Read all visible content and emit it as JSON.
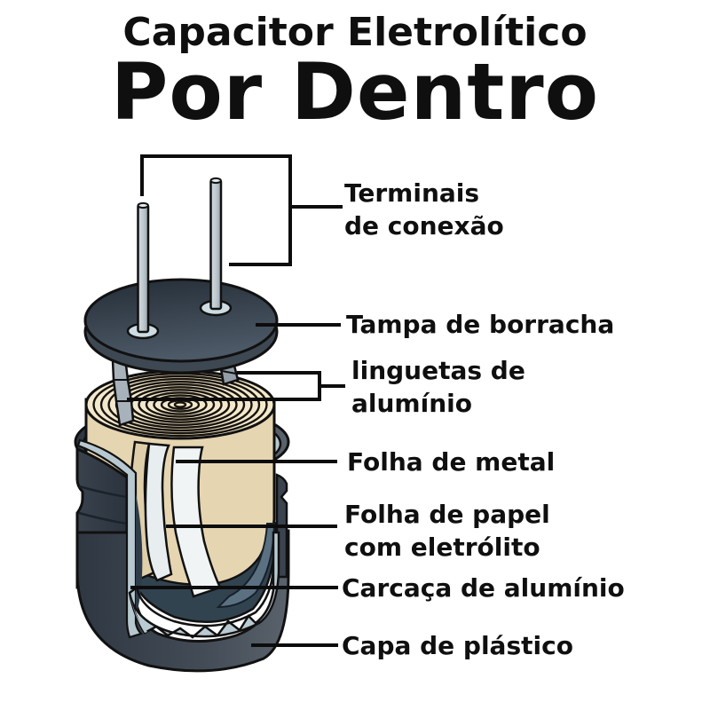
{
  "title": {
    "line1": "Capacitor Eletrolítico",
    "line2": "Por Dentro"
  },
  "callouts": {
    "terminais": {
      "lines": [
        "Terminais",
        "de conexão"
      ]
    },
    "tampa": {
      "lines": [
        "Tampa de borracha"
      ]
    },
    "linguetas": {
      "lines": [
        "linguetas de",
        "alumínio"
      ]
    },
    "folha_metal": {
      "lines": [
        "Folha de metal"
      ]
    },
    "folha_papel": {
      "lines": [
        "Folha de papel",
        "com eletrólito"
      ]
    },
    "carcaca": {
      "lines": [
        "Carcaça de alumínio"
      ]
    },
    "capa": {
      "lines": [
        "Capa de plástico"
      ]
    }
  },
  "diagram": {
    "subject": "electrolytic capacitor cutaway",
    "parts": [
      "connection terminal pins",
      "rubber cap disc",
      "aluminum tabs",
      "wound foil roll",
      "metal foil strip",
      "paper strip with electrolyte",
      "aluminum case",
      "plastic outer sleeve"
    ]
  },
  "colors": {
    "outline": "#111111",
    "leader_line": "#0c0c0c",
    "cap_dark": "#242d37",
    "cap_light": "#4c5966",
    "pin_light": "#d4dce0",
    "pin_dark": "#97a3ab",
    "hole": "#ccdce2",
    "tab": "#a8b2bb",
    "roll_side": "#e6d5b1",
    "roll_top": "#f3e8cb",
    "foil_white": "#f0f4f5",
    "paper_white": "#e8eef0",
    "aluminum": "#b7c8d0",
    "interior_navy": "#324350",
    "slate": "#5b7182",
    "plastic_dark": "#2e3742",
    "plastic_light": "#5a626c"
  }
}
